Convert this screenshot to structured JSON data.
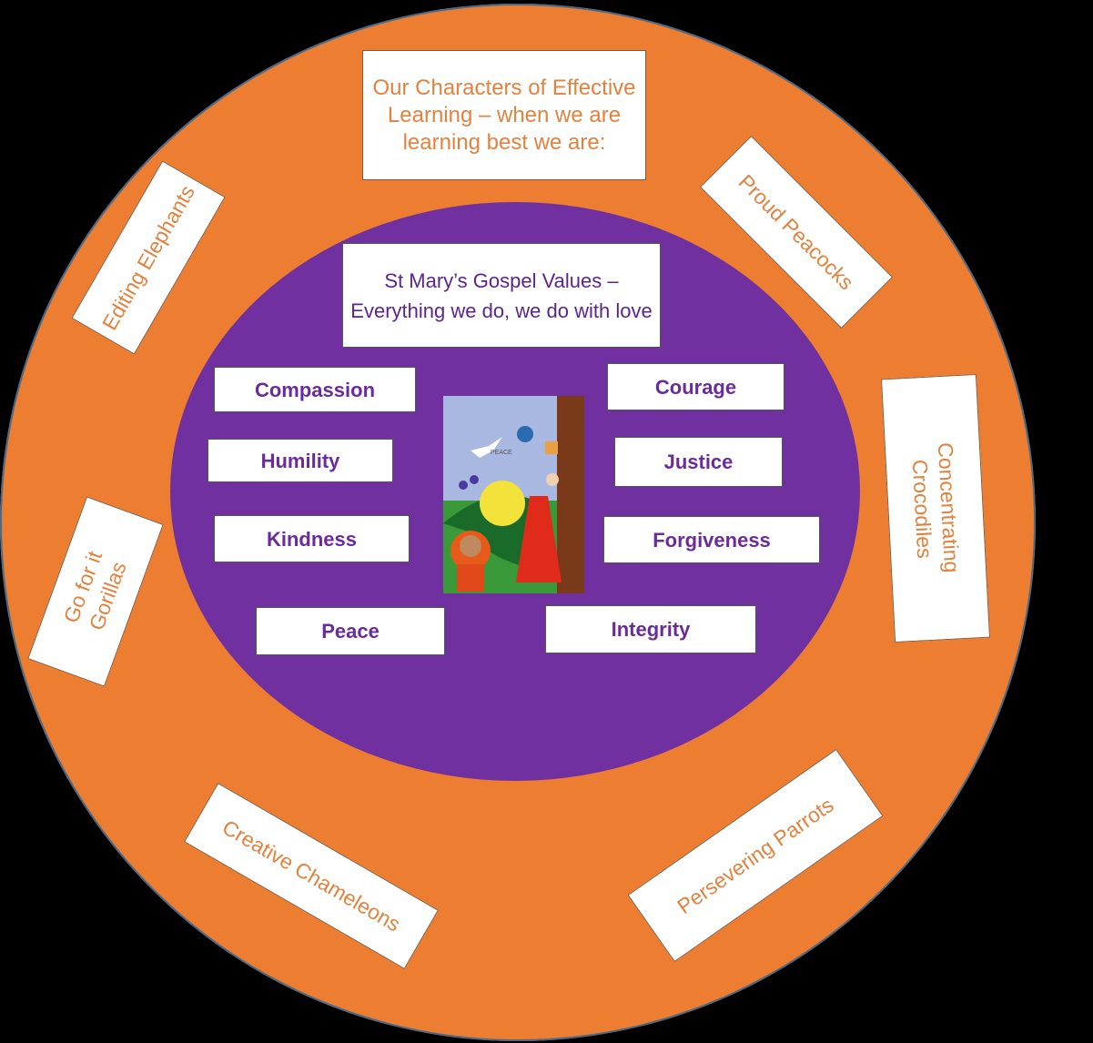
{
  "outer_title": "Our Characters of Effective Learning – when we are learning best we are:",
  "characters": [
    "Editing Elephants",
    "Proud Peacocks",
    "Concentrating Crocodiles",
    "Go for it Gorillas",
    "Creative Chameleons",
    "Persevering Parrots"
  ],
  "inner_title": "St Mary’s Gospel Values – Everything we do, we do with love",
  "values": [
    "Compassion",
    "Courage",
    "Humility",
    "Justice",
    "Kindness",
    "Forgiveness",
    "Peace",
    "Integrity"
  ],
  "painting_text": "PEACE",
  "colors": {
    "outer": "#ed7d31",
    "inner": "#7030a0"
  }
}
